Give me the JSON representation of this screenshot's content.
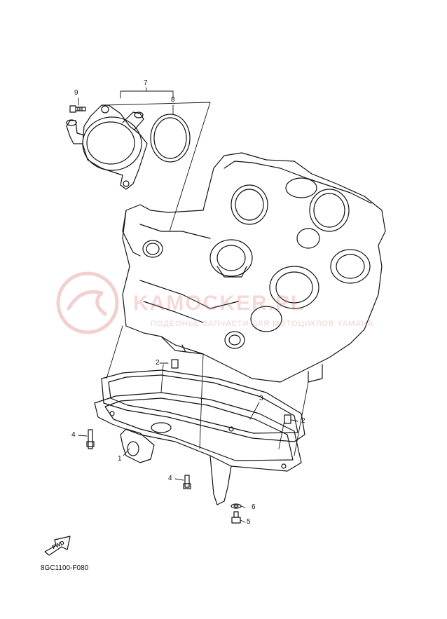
{
  "diagram": {
    "code": "8GC1100-F080",
    "fwd_label": "FWD",
    "callouts": [
      {
        "id": "c9",
        "text": "9"
      },
      {
        "id": "c7",
        "text": "7"
      },
      {
        "id": "c8",
        "text": "8"
      },
      {
        "id": "c2a",
        "text": "2"
      },
      {
        "id": "c3",
        "text": "3"
      },
      {
        "id": "c2b",
        "text": "2"
      },
      {
        "id": "c4a",
        "text": "4"
      },
      {
        "id": "c1",
        "text": "1"
      },
      {
        "id": "c4b",
        "text": "4"
      },
      {
        "id": "c6",
        "text": "6"
      },
      {
        "id": "c5",
        "text": "5"
      }
    ]
  },
  "watermark": {
    "text": "KAMOCKER.PL",
    "subtext": "ПОДЕОНЬЕ ЗАПЧАСТИ ДЛЯ МОТОЦИКЛОВ YAMAHA",
    "color": "#e07a7a"
  },
  "colors": {
    "line": "#111111",
    "background": "#ffffff"
  }
}
